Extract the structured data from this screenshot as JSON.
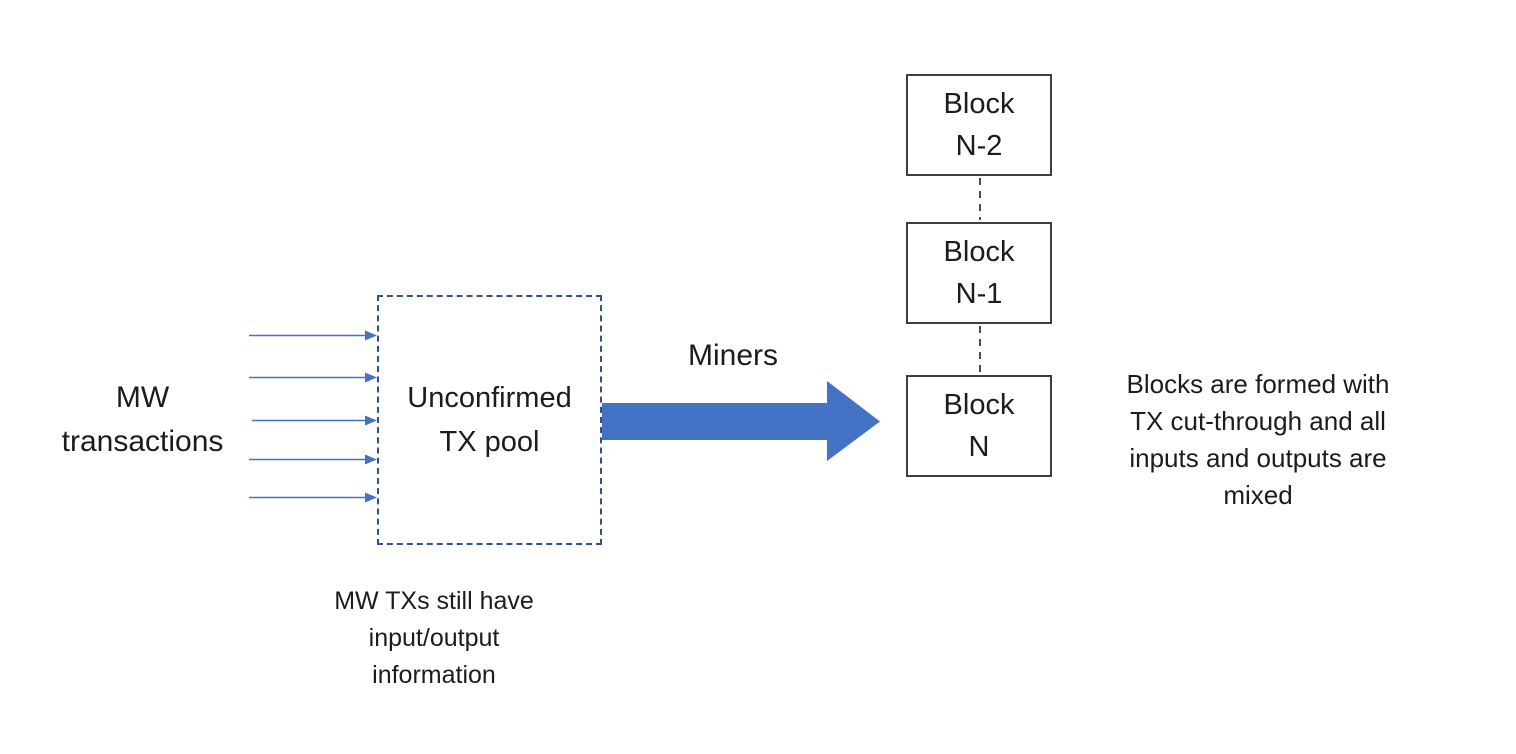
{
  "colors": {
    "arrow_blue": "#4472C4",
    "pool_border_blue": "#2F528F",
    "block_border_gray": "#3F3F3F",
    "connector_gray": "#4D4D4D",
    "text_black": "#1C1C1C",
    "background": "#FFFFFF"
  },
  "left_label": {
    "lines": [
      "MW",
      "transactions"
    ]
  },
  "pool_box": {
    "lines": [
      "Unconfirmed",
      "TX pool"
    ]
  },
  "pool_caption": {
    "lines": [
      "MW TXs still have",
      "input/output",
      "information"
    ]
  },
  "miners_label": "Miners",
  "blocks": [
    {
      "lines": [
        "Block",
        "N-2"
      ]
    },
    {
      "lines": [
        "Block",
        "N-1"
      ]
    },
    {
      "lines": [
        "Block",
        "N"
      ]
    }
  ],
  "right_note": {
    "lines": [
      "Blocks are formed with",
      "TX cut-through and all",
      "inputs and outputs are",
      "mixed"
    ]
  }
}
